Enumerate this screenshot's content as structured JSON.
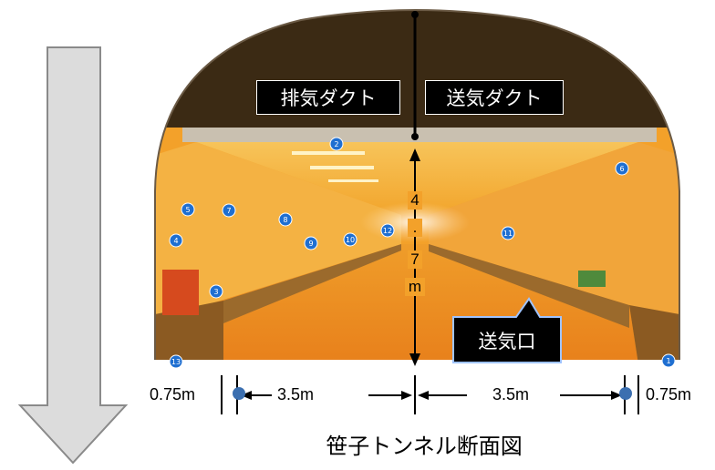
{
  "title": "笹子トンネル断面図",
  "labels": {
    "exhaust_duct": "排気ダクト",
    "supply_duct": "送気ダクト",
    "supply_port": "送気口"
  },
  "height_dimension": {
    "digit_4": "4",
    "dot": ".",
    "digit_7": "7",
    "unit": "m"
  },
  "widths": {
    "left_shoulder": "0.75m",
    "left_lane": "3.5m",
    "right_lane": "3.5m",
    "right_shoulder": "0.75m"
  },
  "equipment_markers": [
    "1",
    "2",
    "3",
    "4",
    "5",
    "6",
    "7",
    "8",
    "9",
    "10",
    "11",
    "12",
    "13"
  ],
  "colors": {
    "arrow_fill": "#dcdcdc",
    "arrow_stroke": "#8a8a8a",
    "tunnel_orange": "#f3a12a",
    "duct_dark": "#3b2a14",
    "marker_blue": "#1f6fd1"
  }
}
